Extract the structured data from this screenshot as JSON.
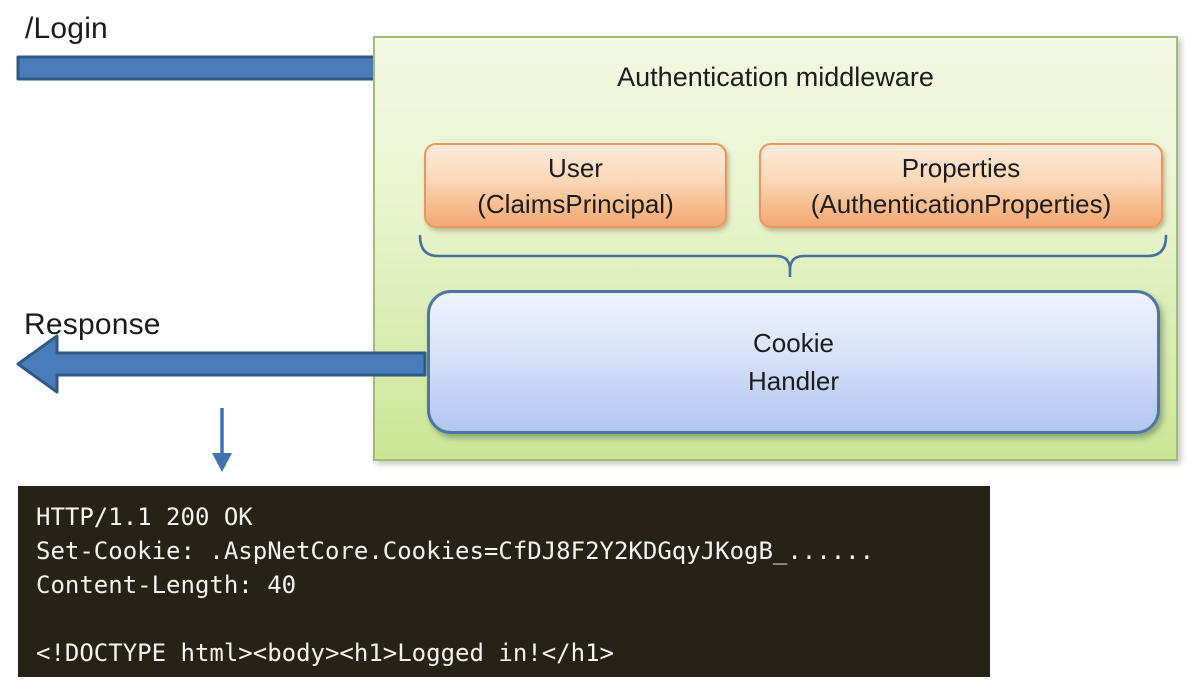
{
  "labels": {
    "login": "/Login",
    "response": "Response"
  },
  "middleware": {
    "title": "Authentication middleware",
    "user_box": {
      "line1": "User",
      "line2": "(ClaimsPrincipal)"
    },
    "properties_box": {
      "line1": "Properties",
      "line2": "(AuthenticationProperties)"
    },
    "cookie_handler": {
      "line1": "Cookie",
      "line2": "Handler"
    }
  },
  "terminal": {
    "lines": {
      "0": "HTTP/1.1 200 OK",
      "1": "Set-Cookie: .AspNetCore.Cookies=CfDJ8F2Y2KDGqyJKogB_......",
      "2": "Content-Length: 40",
      "3": " ",
      "4": "<!DOCTYPE html><body><h1>Logged in!</h1>"
    }
  },
  "colors": {
    "arrow_fill": "#4a7cba",
    "arrow_border": "#2f5a88",
    "brace_stroke": "#47709e",
    "box_green_border": "#a4ba7c",
    "box_orange_border": "#e8985c",
    "box_blue_border": "#4d76a4",
    "terminal_bg": "#262217",
    "terminal_fg": "#f4f3ef"
  }
}
